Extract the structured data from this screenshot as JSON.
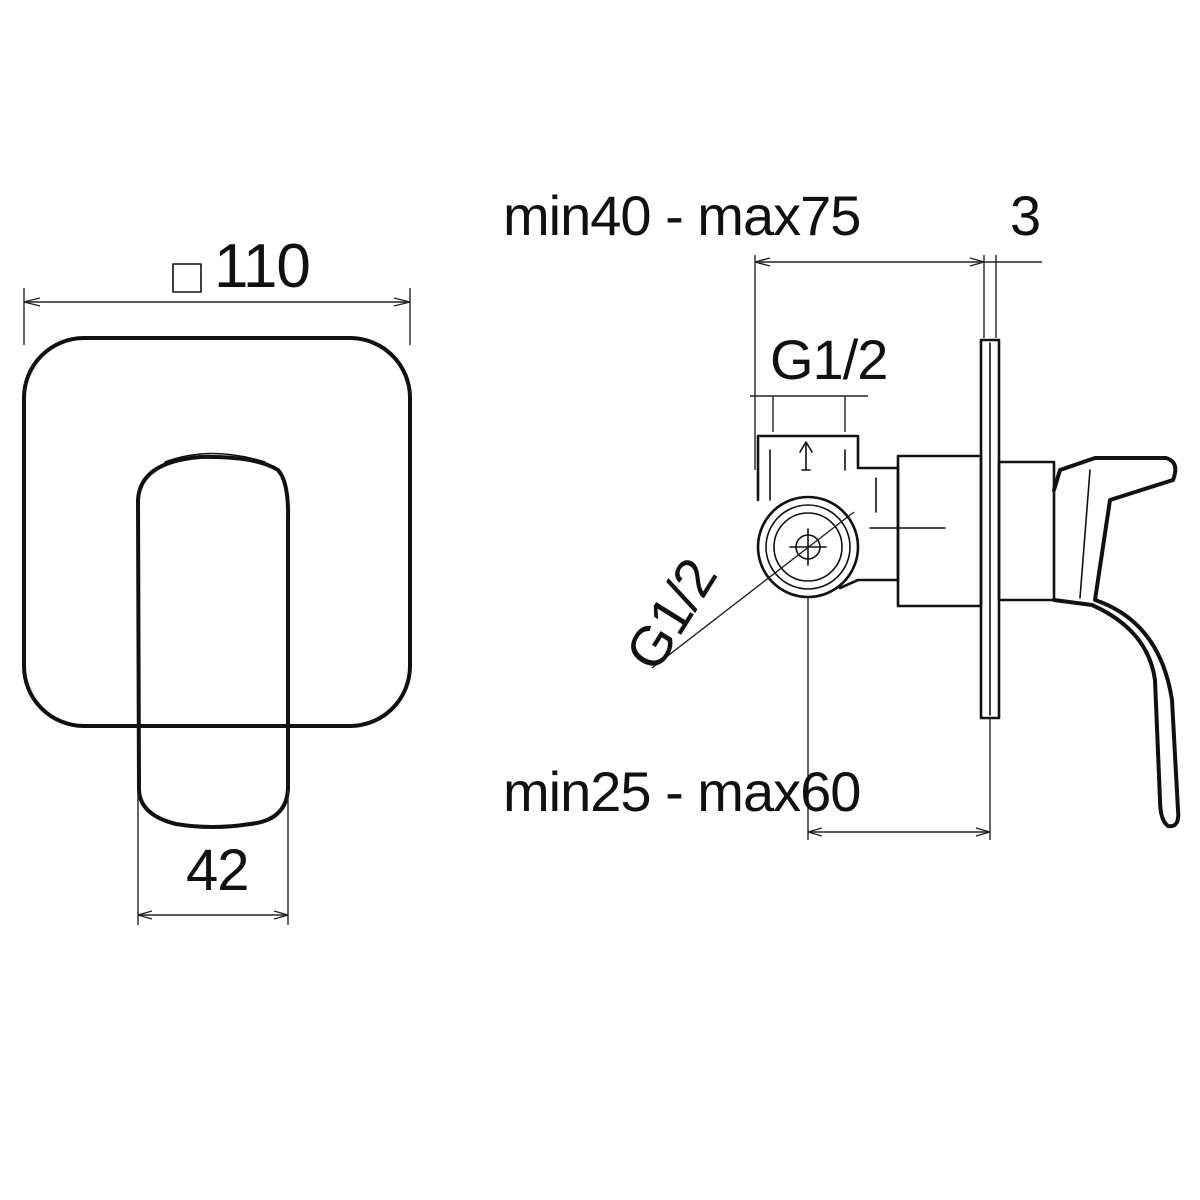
{
  "front_view": {
    "width_label": "110",
    "width_symbol": "square",
    "handle_width_label": "42"
  },
  "side_view": {
    "depth_range_label": "min40 - max75",
    "plate_thickness_label": "3",
    "top_thread_label": "G1/2",
    "side_thread_label": "G1/2",
    "offset_range_label": "min25 - max60"
  }
}
